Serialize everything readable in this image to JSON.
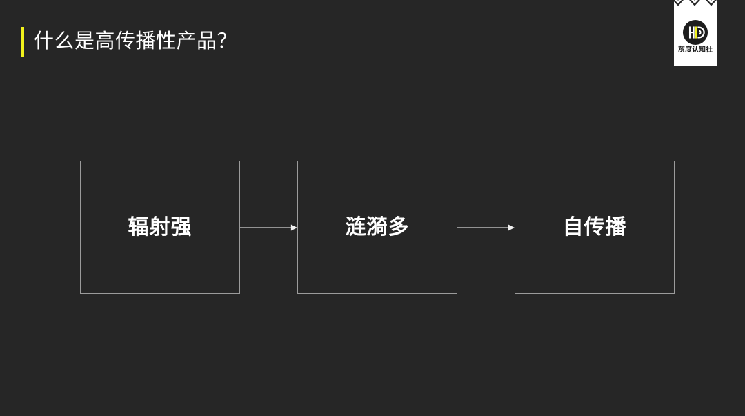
{
  "slide": {
    "background_color": "#262626",
    "title": "什么是高传播性产品？",
    "accent_color": "#f2f21c",
    "text_color": "#ffffff",
    "box_border_color": "#9b9b9b",
    "arrow_color": "#d2d2d2"
  },
  "logo": {
    "caption": "灰度认知社",
    "monogram": "HD",
    "card_color": "#ffffff",
    "emblem_color": "#1d1d1d",
    "stripe_color": "#f2f21c"
  },
  "flow": {
    "steps": [
      {
        "label": "辐射强"
      },
      {
        "label": "涟漪多"
      },
      {
        "label": "自传播"
      }
    ],
    "connectors": [
      {
        "from": "辐射强",
        "to": "涟漪多"
      },
      {
        "from": "涟漪多",
        "to": "自传播"
      }
    ]
  }
}
